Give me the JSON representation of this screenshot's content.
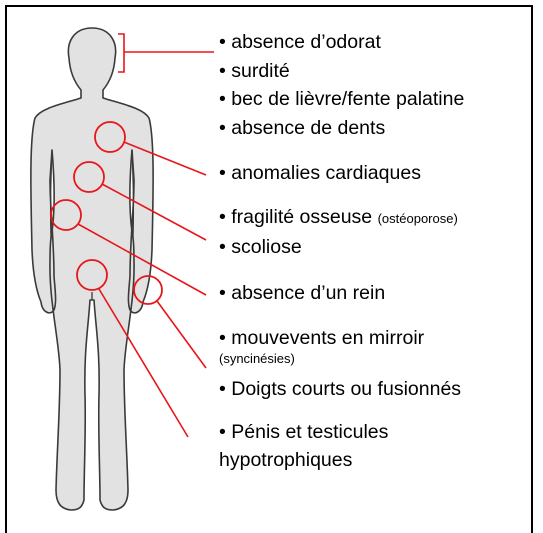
{
  "colors": {
    "callout": "#e8161b",
    "body_fill": "#e2e2e2",
    "body_stroke": "#3a3a3a",
    "text": "#000000"
  },
  "labels": [
    {
      "text": "• absence d’odorat"
    },
    {
      "text": "• surdité"
    },
    {
      "text": "• bec de lièvre/fente palatine"
    },
    {
      "text": "• absence de dents"
    },
    {
      "text": "• anomalies cardiaques"
    },
    {
      "text": "• fragilité osseuse ",
      "note": "(ostéoporose)"
    },
    {
      "text": "• scoliose"
    },
    {
      "text": "• absence d’un rein"
    },
    {
      "text": "• mouvevents en mirroir",
      "note": "(syncinésies)"
    },
    {
      "text": "• Doigts courts ou fusionnés"
    },
    {
      "text": "• Pénis et testicules hypotrophiques"
    }
  ]
}
